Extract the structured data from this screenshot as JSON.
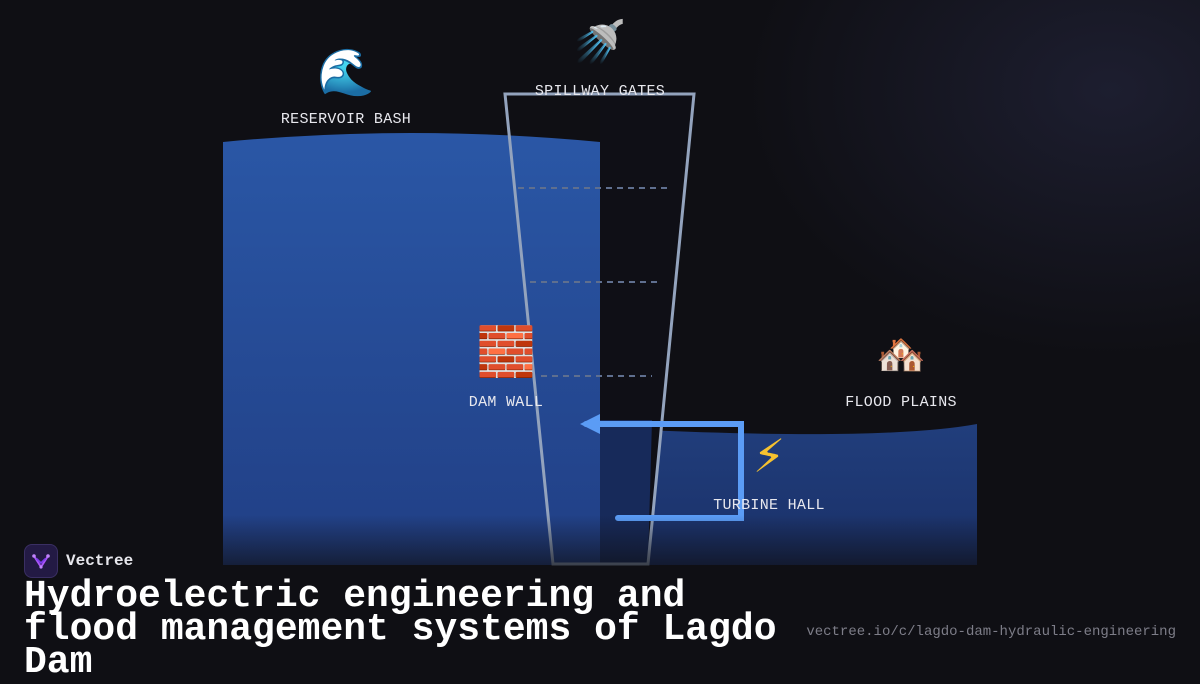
{
  "diagram": {
    "nodes": [
      {
        "id": "reservoir",
        "label": "RESERVOIR BASH",
        "icon": "wave-icon",
        "glyph": "🌊"
      },
      {
        "id": "spillway",
        "label": "SPILLWAY GATES",
        "icon": "shower-icon",
        "glyph": "🚿"
      },
      {
        "id": "dam",
        "label": "DAM WALL",
        "icon": "brick-icon",
        "glyph": "🧱"
      },
      {
        "id": "flood",
        "label": "FLOOD PLAINS",
        "icon": "houses-icon",
        "glyph": "🏘️"
      },
      {
        "id": "turbine",
        "label": "TURBINE HALL",
        "icon": "lightning-icon",
        "glyph": "⚡"
      }
    ],
    "colors": {
      "water": "#2a55a0",
      "downstream_water": "#1f3f80",
      "dam_outline": "#93a3bd",
      "flow_arrow": "#5b9cf5",
      "background": "#0f0f14"
    }
  },
  "footer": {
    "brand": "Vectree",
    "title": "Hydroelectric engineering and flood management systems of Lagdo Dam",
    "url": "vectree.io/c/lagdo-dam-hydraulic-engineering"
  }
}
